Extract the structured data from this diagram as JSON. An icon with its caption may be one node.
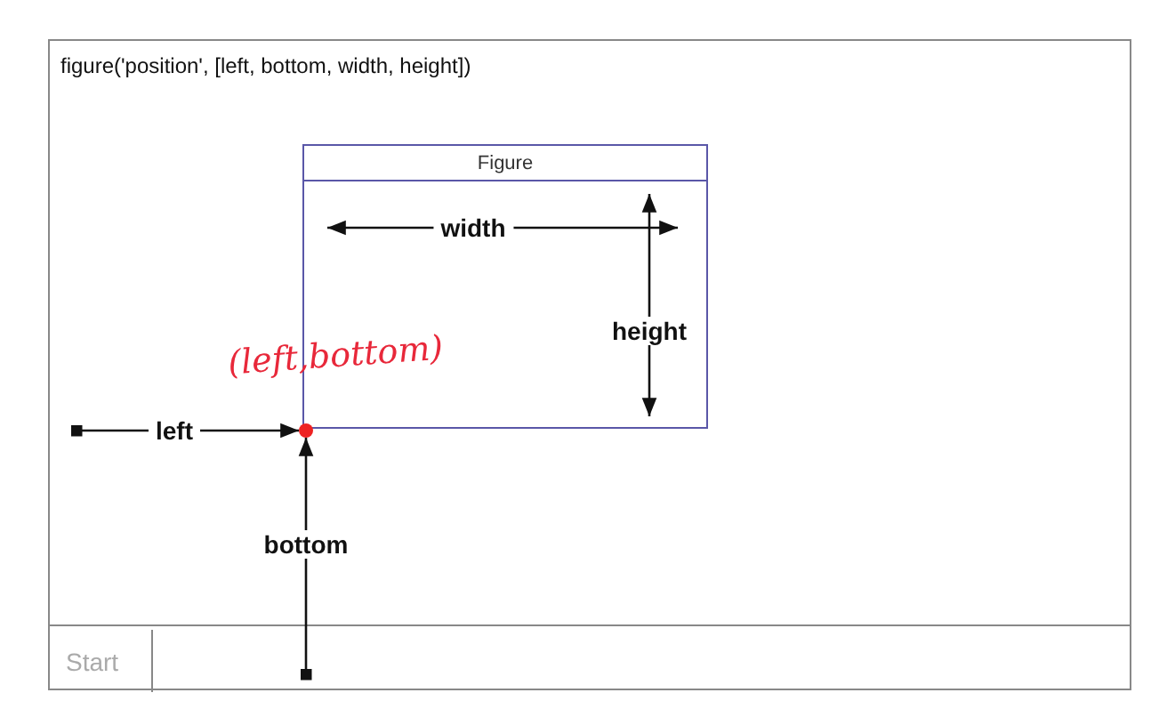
{
  "diagram": {
    "nodes": [
      {
        "text": [
          "figure('position', [left, bottom, width, height])"
        ]
      },
      {
        "text": [
          "Figure"
        ],
        "in": 0
      },
      {
        "text": [
          "Start"
        ],
        "in": 0
      },
      {
        "text": [],
        "shape": "circle",
        "in": 0
      }
    ],
    "edges": [
      {
        "from": null,
        "to": 3,
        "arrow": "to",
        "label": "left"
      },
      {
        "from": null,
        "to": 3,
        "arrow": "to",
        "label": "bottom"
      }
    ],
    "labels": [
      "width",
      "height",
      "(left,bottom)"
    ]
  }
}
